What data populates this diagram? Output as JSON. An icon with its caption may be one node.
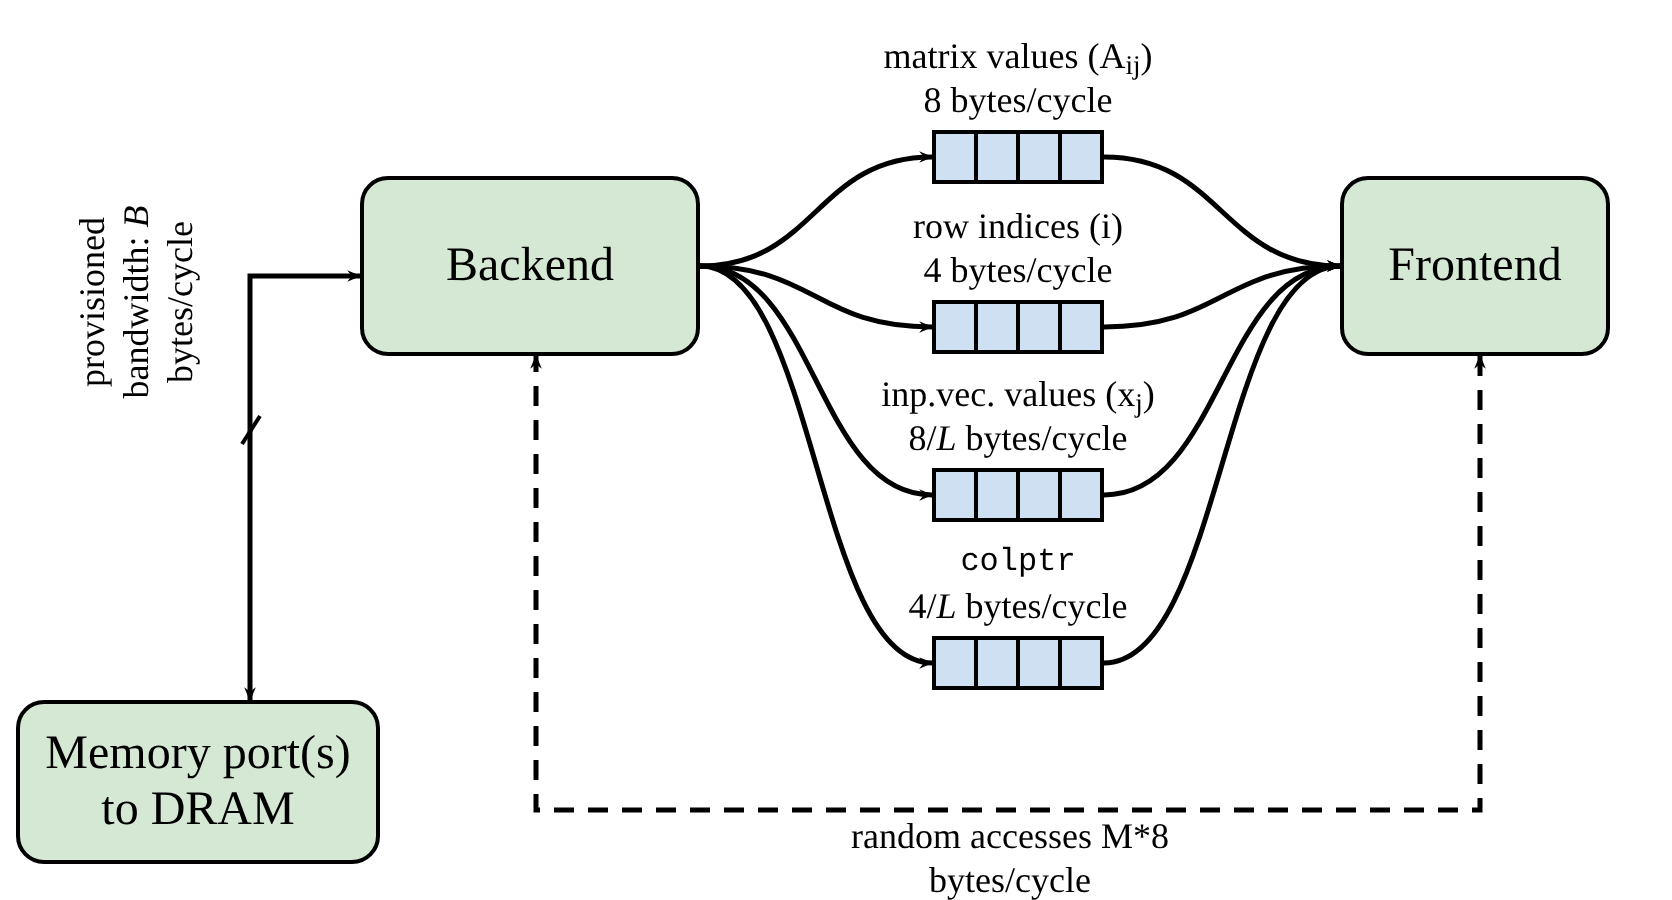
{
  "diagram": {
    "nodes": [
      {
        "text": [
          "Backend"
        ]
      },
      {
        "text": [
          "Frontend"
        ]
      },
      {
        "text": [
          "Memory port(s) to DRAM"
        ]
      },
      {
        "text": [],
        "shape": "box",
        "beside": [
          "matrix values (A$_{ij}$)",
          "8 bytes/cycle"
        ]
      },
      {
        "text": [],
        "shape": "box",
        "beside": [
          "row indices (i)",
          "4 bytes/cycle"
        ]
      },
      {
        "text": [],
        "shape": "box",
        "beside": [
          "inp.vec. values (x$_{j}$)",
          "8/*L* bytes/cycle"
        ]
      },
      {
        "text": [],
        "shape": "box",
        "beside": [
          "colptr",
          "4/*L* bytes/cycle"
        ]
      }
    ],
    "edges": [
      {
        "from": 2,
        "to": 0,
        "arrow": "both",
        "label": "provisioned bandwidth: *B* bytes/cycle"
      },
      {
        "from": 0,
        "to": 3,
        "arrow": "to"
      },
      {
        "from": 0,
        "to": 4,
        "arrow": "to"
      },
      {
        "from": 0,
        "to": 5,
        "arrow": "to"
      },
      {
        "from": 0,
        "to": 6,
        "arrow": "to"
      },
      {
        "from": 3,
        "to": 1,
        "arrow": "to"
      },
      {
        "from": 4,
        "to": 1,
        "arrow": "to"
      },
      {
        "from": 5,
        "to": 1,
        "arrow": "to"
      },
      {
        "from": 6,
        "to": 1,
        "arrow": "to"
      },
      {
        "from": 1,
        "to": 0,
        "arrow": "both",
        "style": "dashed",
        "label": "random accesses M*8 bytes/cycle"
      }
    ]
  }
}
